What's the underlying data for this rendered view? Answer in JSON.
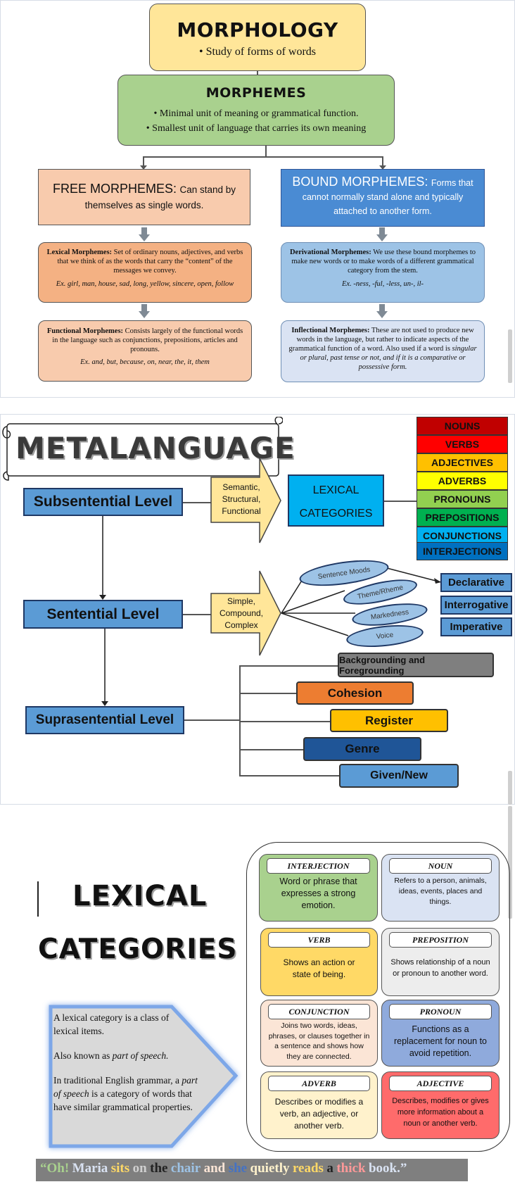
{
  "morphology": {
    "title": "MORPHOLOGY",
    "subtitle": "Study of forms of words",
    "morphemes_title": "MORPHEMES",
    "morphemes_points": [
      "Minimal unit of meaning or grammatical function.",
      "Smallest unit of language that carries its own meaning"
    ],
    "free": {
      "heading": "FREE MORPHEMES:",
      "desc": "Can stand by themselves as single words."
    },
    "bound": {
      "heading": "BOUND MORPHEMES:",
      "desc": "Forms that cannot normally stand alone and typically attached to another form."
    },
    "lexical": {
      "heading": "Lexical Morphemes:",
      "desc": "Set of ordinary nouns, adjectives, and verbs that we think of as the words that carry the “content” of the messages we convey.",
      "example": "Ex. girl, man, house, sad, long, yellow, sincere, open, follow"
    },
    "functional": {
      "heading": "Functional Morphemes:",
      "desc": "Consists largely of the functional words in the language such as conjunctions, prepositions, articles and pronouns.",
      "example": "Ex. and, but, because, on, near, the, it, them"
    },
    "derivational": {
      "heading": "Derivational Morphemes:",
      "desc": "We use these bound morphemes to make new words or to make words of a different grammatical category from the stem.",
      "example": "Ex. -ness, -ful, -less, un-, il-"
    },
    "inflectional": {
      "heading": "Inflectional Morphemes:",
      "desc": "These are not used to produce new words in the language, but rather to indicate aspects of the grammatical function of a word. Also used if a word is",
      "desc_italic": "singular or plural, past tense or not, and if it is a comparative or possessive form."
    }
  },
  "metalanguage": {
    "title": "METALANGUAGE",
    "levels": {
      "subsentential": "Subsentential Level",
      "sentential": "Sentential Level",
      "suprasentential": "Suprasentential Level"
    },
    "arrow1_lines": [
      "Semantic,",
      "Structural,",
      "Functional"
    ],
    "arrow2_lines": [
      "Simple,",
      "Compound,",
      "Complex"
    ],
    "lexical_categories_lines": [
      "LEXICAL",
      "CATEGORIES"
    ],
    "categories": [
      {
        "label": "NOUNS",
        "color": "#c00000",
        "text_color": "#222222"
      },
      {
        "label": "VERBS",
        "color": "#ff0000",
        "text_color": "#111111"
      },
      {
        "label": "ADJECTIVES",
        "color": "#ffc000",
        "text_color": "#111111"
      },
      {
        "label": "ADVERBS",
        "color": "#ffff00",
        "text_color": "#111111"
      },
      {
        "label": "PRONOUNS",
        "color": "#92d050",
        "text_color": "#111111"
      },
      {
        "label": "PREPOSITIONS",
        "color": "#00b050",
        "text_color": "#111111"
      },
      {
        "label": "CONJUNCTIONS",
        "color": "#00b0f0",
        "text_color": "#111111"
      },
      {
        "label": "INTERJECTIONS",
        "color": "#0070c0",
        "text_color": "#111111"
      }
    ],
    "ellipses": [
      "Sentence Moods",
      "Theme/Rheme",
      "Markedness",
      "Voice"
    ],
    "moods": [
      "Declarative",
      "Interrogative",
      "Imperative"
    ],
    "supra_items": [
      {
        "label": "Backgrounding and Foregrounding",
        "color": "#7f7f7f",
        "text_color": "#111111"
      },
      {
        "label": "Cohesion",
        "color": "#ed7d31",
        "text_color": "#111111"
      },
      {
        "label": "Register",
        "color": "#ffc000",
        "text_color": "#111111"
      },
      {
        "label": "Genre",
        "color": "#1f5597",
        "text_color": "#111111"
      },
      {
        "label": "Given/New",
        "color": "#5b9bd5",
        "text_color": "#111111"
      }
    ]
  },
  "lexical_categories": {
    "title_line1": "LEXICAL",
    "title_line2": "CATEGORIES",
    "intro": {
      "p1": "A lexical category is a class of lexical items.",
      "p2_prefix": "Also known as ",
      "p2_italic": "part of speech.",
      "p3_prefix": "In traditional English grammar, a ",
      "p3_italic": "part of speech",
      "p3_suffix": " is a category of words that have similar grammatical properties."
    },
    "cards": [
      {
        "label": "INTERJECTION",
        "desc": "Word or phrase that expresses a strong emotion.",
        "color": "#a9d18e"
      },
      {
        "label": "NOUN",
        "desc": "Refers to a person, animals, ideas, events, places and things.",
        "color": "#dae3f3"
      },
      {
        "label": "VERB",
        "desc": "Shows an action or state of being.",
        "color": "#ffd966"
      },
      {
        "label": "PREPOSITION",
        "desc": "Shows relationship of a noun or pronoun to another word.",
        "color": "#ededed"
      },
      {
        "label": "CONJUNCTION",
        "desc": "Joins two words, ideas, phrases, or clauses together in a sentence and shows how they are connected.",
        "color": "#fbe5d6"
      },
      {
        "label": "PRONOUN",
        "desc": "Functions as a replacement for noun to avoid repetition.",
        "color": "#8faadc"
      },
      {
        "label": "ADVERB",
        "desc": "Describes or modifies a verb, an adjective, or another verb.",
        "color": "#fff2cc"
      },
      {
        "label": "ADJECTIVE",
        "desc": "Describes, modifies or gives more information about a noun or another verb.",
        "color": "#ff6b6b"
      }
    ],
    "sentence": [
      {
        "text": "“Oh!",
        "color": "#a9d18e"
      },
      {
        "text": "Maria",
        "color": "#dae3f3"
      },
      {
        "text": "sits",
        "color": "#ffd966"
      },
      {
        "text": "on",
        "color": "#d0d0d0"
      },
      {
        "text": "the",
        "color": "#222222"
      },
      {
        "text": "chair",
        "color": "#9dc3e6"
      },
      {
        "text": "and",
        "color": "#fbe5d6"
      },
      {
        "text": "she",
        "color": "#4472c4"
      },
      {
        "text": "quietly",
        "color": "#fff2cc"
      },
      {
        "text": "reads",
        "color": "#ffd966"
      },
      {
        "text": "a",
        "color": "#222222"
      },
      {
        "text": "thick",
        "color": "#ff9999"
      },
      {
        "text": "book.”",
        "color": "#dae3f3"
      }
    ]
  }
}
